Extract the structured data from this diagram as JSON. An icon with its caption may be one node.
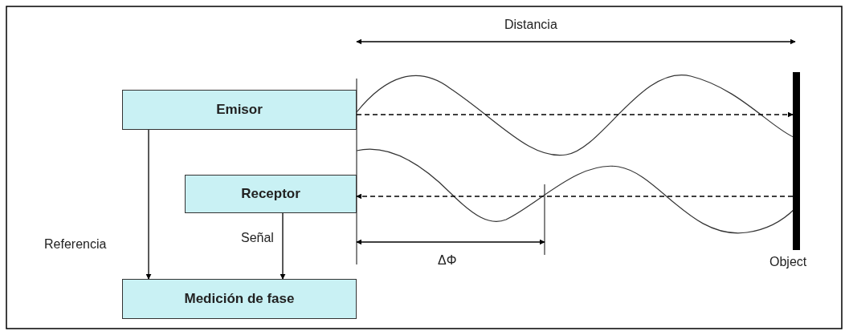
{
  "diagram": {
    "nodes": [
      {
        "text": [
          "Emisor"
        ]
      },
      {
        "text": [
          "Receptor"
        ]
      },
      {
        "text": [
          "Medición de fase"
        ]
      },
      {
        "text": [],
        "shape": "bar",
        "beside": [
          "Object"
        ]
      }
    ],
    "edges": [
      {
        "from": 0,
        "to": 2,
        "arrow": "to",
        "label": "Referencia"
      },
      {
        "from": 1,
        "to": 2,
        "arrow": "to",
        "label": "Señal"
      },
      {
        "from": 0,
        "to": 3,
        "arrow": "to",
        "style": "dashed"
      },
      {
        "from": 3,
        "to": 1,
        "arrow": "to",
        "style": "dashed"
      }
    ],
    "labels": [
      "Distancia",
      "ΔΦ"
    ]
  }
}
